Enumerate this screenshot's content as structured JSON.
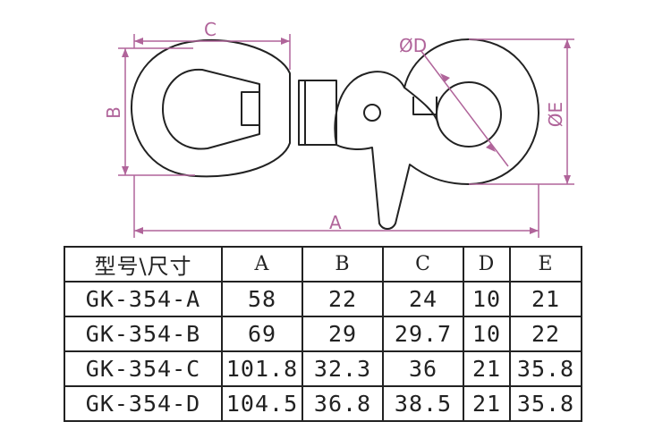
{
  "dimension_labels": {
    "c": "C",
    "b": "B",
    "d": "ØD",
    "e": "ØE",
    "a": "A"
  },
  "colors": {
    "dimension_line": "#b0649a",
    "outline": "#222222"
  },
  "table": {
    "headers": [
      "型号\\尺寸",
      "A",
      "B",
      "C",
      "D",
      "E"
    ],
    "rows": [
      [
        "GK-354-A",
        "58",
        "22",
        "24",
        "10",
        "21"
      ],
      [
        "GK-354-B",
        "69",
        "29",
        "29.7",
        "10",
        "22"
      ],
      [
        "GK-354-C",
        "101.8",
        "32.3",
        "36",
        "21",
        "35.8"
      ],
      [
        "GK-354-D",
        "104.5",
        "36.8",
        "38.5",
        "21",
        "35.8"
      ]
    ]
  }
}
